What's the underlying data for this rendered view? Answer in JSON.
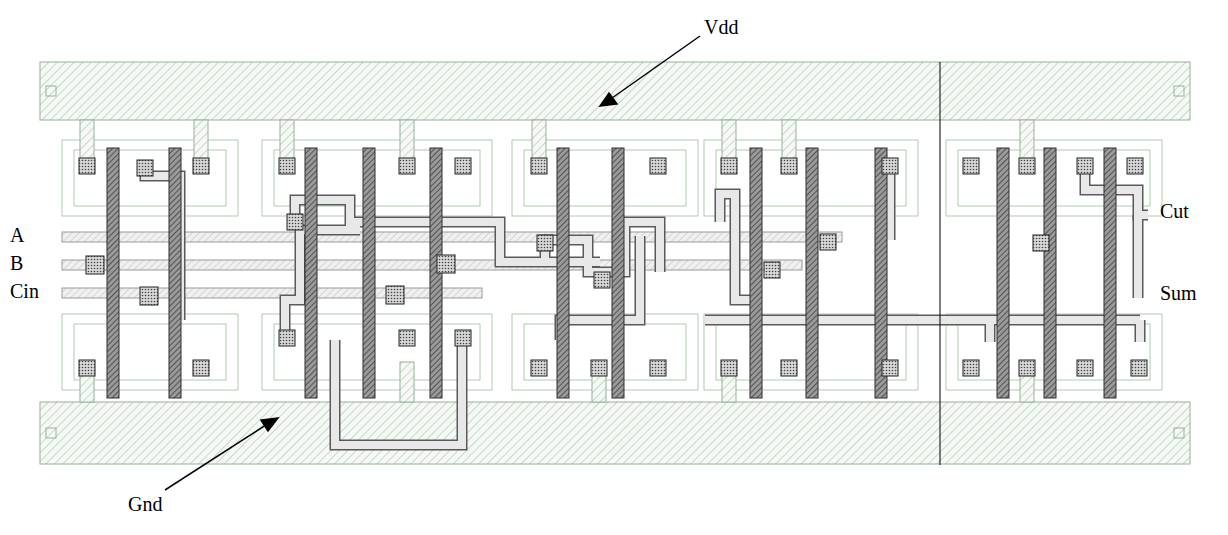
{
  "diagram": {
    "labels": [
      "Vdd",
      "Gnd",
      "A",
      "B",
      "Cin",
      "Cut",
      "Sum"
    ]
  }
}
